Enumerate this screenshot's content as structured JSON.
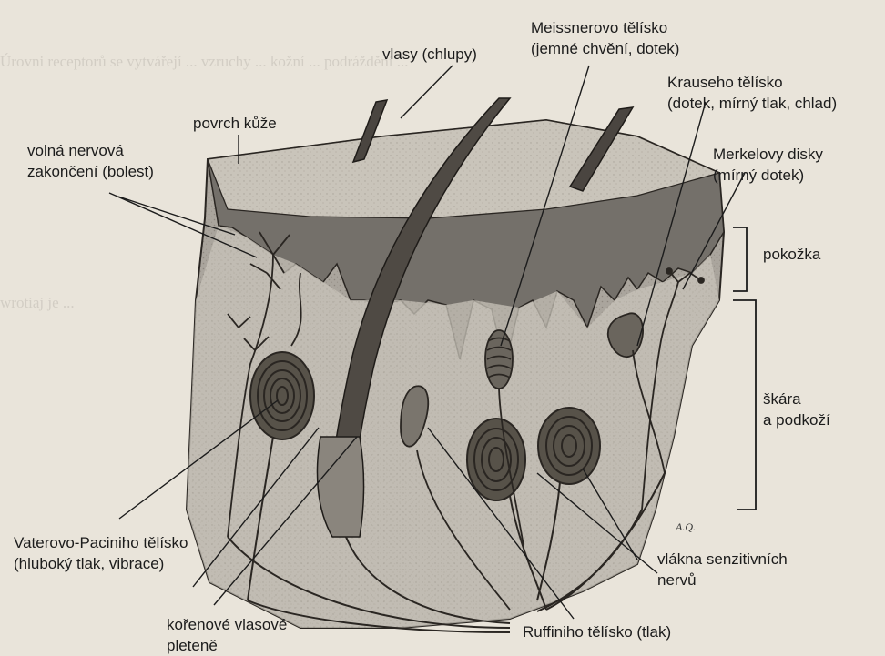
{
  "labels": {
    "povrch_kuze": "povrch kůže",
    "volna_line1": "volná nervová",
    "volna_line2": "zakončení (bolest)",
    "vlasy": "vlasy (chlupy)",
    "meissner_line1": "Meissnerovo tělísko",
    "meissner_line2": "(jemné chvění, dotek)",
    "krause_line1": "Krauseho tělísko",
    "krause_line2": "(dotek, mírný tlak, chlad)",
    "merkel_line1": "Merkelovy disky",
    "merkel_line2": "(mírný dotek)",
    "pokozka": "pokožka",
    "skara_line1": "škára",
    "skara_line2": "a podkoží",
    "vater_line1": "Vaterovo-Paciniho tělísko",
    "vater_line2": "(hluboký tlak, vibrace)",
    "vlakna_line1": "vlákna senzitivních",
    "vlakna_line2": "nervů",
    "korenove_line1": "kořenové vlasové",
    "korenove_line2": "pleteně",
    "ruffini": "Ruffiniho tělísko (tlak)",
    "artist_initials": "A.Q."
  },
  "colors": {
    "paper": "#e9e4da",
    "skin_fill": "#a9a49c",
    "epidermis": "#6f6a63",
    "ink": "#1c1c1c",
    "hair": "#4a4540"
  }
}
